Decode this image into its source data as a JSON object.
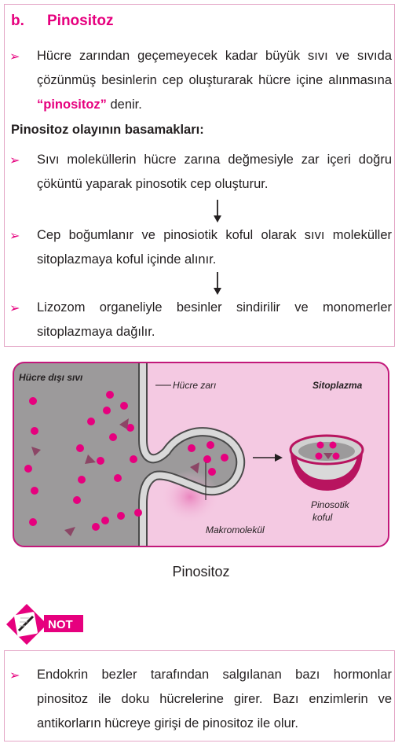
{
  "section": {
    "letter": "b.",
    "title": "Pinositoz"
  },
  "intro": {
    "text_before": "Hücre zarından geçemeyecek kadar büyük sıvı ve sıvıda çözünmüş besinlerin cep oluşturarak hücre içine alınmasına ",
    "highlight": "“pinositoz”",
    "text_after": " denir."
  },
  "steps_heading": "Pinositoz olayının basamakları:",
  "steps": [
    "Sıvı moleküllerin hücre zarına değmesiyle zar içeri doğru çöküntü yaparak pinosotik cep oluşturur.",
    "Cep boğumlanır ve pinosiotik koful olarak sıvı moleküller sitoplazmaya koful içinde alınır.",
    "Lizozom organeliyle besinler sindirilir ve monomerler sitoplazmaya dağılır."
  ],
  "diagram": {
    "label_extracellular": "Hücre dışı sıvı",
    "label_membrane": "Hücre zarı",
    "label_cytoplasm": "Sitoplazma",
    "label_macromolecule": "Makromolekül",
    "label_vesicle_line1": "Pinosotik",
    "label_vesicle_line2": "koful",
    "colors": {
      "outside": "#9c9a9b",
      "cytoplasm": "#f4c9e2",
      "dot": "#e6007e",
      "triangle": "#8c4666",
      "vesicle": "#b8145f"
    }
  },
  "caption": "Pinositoz",
  "note": {
    "badge": "NOT",
    "text": "Endokrin bezler tarafından salgılanan bazı hormonlar pinositoz ile doku hücrelerine girer. Bazı enzimlerin ve antikorların hücreye girişi de pinositoz ile olur."
  }
}
